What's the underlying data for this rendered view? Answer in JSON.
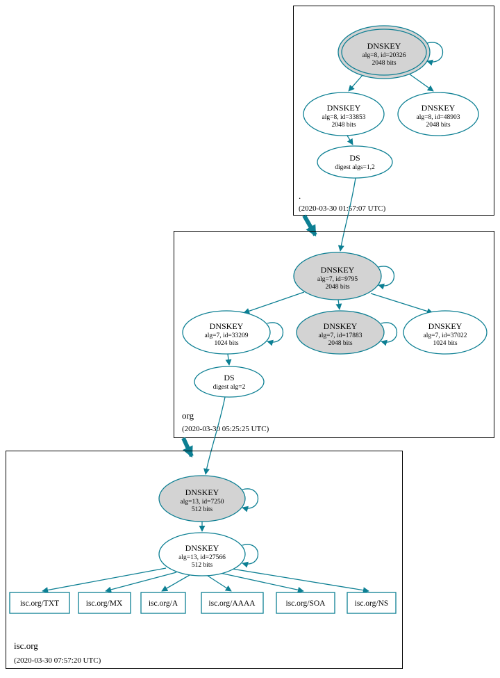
{
  "diagram": {
    "type": "dnssec-authentication-chain",
    "colors": {
      "accent_teal": "#0c7f93",
      "ksk_fill": "#d3d3d3",
      "background": "#ffffff"
    }
  },
  "zones": {
    "root": {
      "label": ".",
      "timestamp": "(2020-03-30 01:57:07 UTC)",
      "ksk": {
        "name": "DNSKEY",
        "detail": "alg=8, id=20326",
        "bits": "2048 bits"
      },
      "zsk1": {
        "name": "DNSKEY",
        "detail": "alg=8, id=33853",
        "bits": "2048 bits"
      },
      "zsk2": {
        "name": "DNSKEY",
        "detail": "alg=8, id=48903",
        "bits": "2048 bits"
      },
      "ds": {
        "name": "DS",
        "detail": "digest algs=1,2"
      }
    },
    "org": {
      "label": "org",
      "timestamp": "(2020-03-30 05:25:25 UTC)",
      "ksk": {
        "name": "DNSKEY",
        "detail": "alg=7, id=9795",
        "bits": "2048 bits"
      },
      "zsk1": {
        "name": "DNSKEY",
        "detail": "alg=7, id=33209",
        "bits": "1024 bits"
      },
      "ksk2": {
        "name": "DNSKEY",
        "detail": "alg=7, id=17883",
        "bits": "2048 bits"
      },
      "zsk2": {
        "name": "DNSKEY",
        "detail": "alg=7, id=37022",
        "bits": "1024 bits"
      },
      "ds": {
        "name": "DS",
        "detail": "digest alg=2"
      }
    },
    "isc": {
      "label": "isc.org",
      "timestamp": "(2020-03-30 07:57:20 UTC)",
      "ksk": {
        "name": "DNSKEY",
        "detail": "alg=13, id=7250",
        "bits": "512 bits"
      },
      "zsk": {
        "name": "DNSKEY",
        "detail": "alg=13, id=27566",
        "bits": "512 bits"
      },
      "rrsets": [
        "isc.org/TXT",
        "isc.org/MX",
        "isc.org/A",
        "isc.org/AAAA",
        "isc.org/SOA",
        "isc.org/NS"
      ]
    }
  }
}
